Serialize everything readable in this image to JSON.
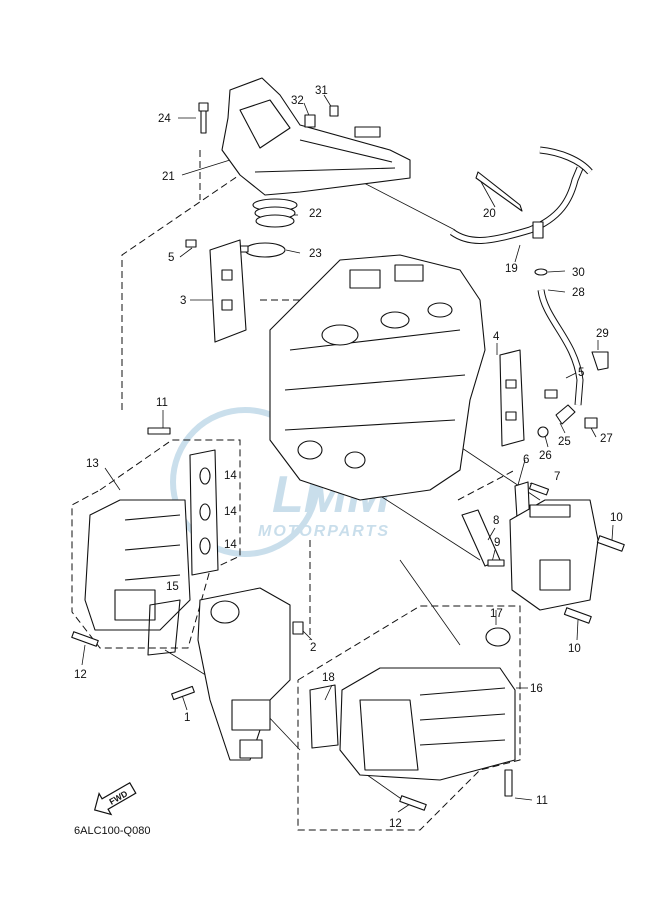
{
  "diagram": {
    "code": "6ALC100-Q080",
    "fwd_label": "FWD",
    "watermark": {
      "brand": "LMM",
      "tagline": "MOTORPARTS"
    },
    "callouts": [
      {
        "id": "c1",
        "label": "1"
      },
      {
        "id": "c2",
        "label": "2"
      },
      {
        "id": "c3",
        "label": "3"
      },
      {
        "id": "c4",
        "label": "4"
      },
      {
        "id": "c5a",
        "label": "5"
      },
      {
        "id": "c5b",
        "label": "5"
      },
      {
        "id": "c6",
        "label": "6"
      },
      {
        "id": "c7",
        "label": "7"
      },
      {
        "id": "c8",
        "label": "8"
      },
      {
        "id": "c9",
        "label": "9"
      },
      {
        "id": "c10a",
        "label": "10"
      },
      {
        "id": "c10b",
        "label": "10"
      },
      {
        "id": "c11a",
        "label": "11"
      },
      {
        "id": "c11b",
        "label": "11"
      },
      {
        "id": "c12a",
        "label": "12"
      },
      {
        "id": "c12b",
        "label": "12"
      },
      {
        "id": "c13",
        "label": "13"
      },
      {
        "id": "c14a",
        "label": "14"
      },
      {
        "id": "c14b",
        "label": "14"
      },
      {
        "id": "c14c",
        "label": "14"
      },
      {
        "id": "c15",
        "label": "15"
      },
      {
        "id": "c16",
        "label": "16"
      },
      {
        "id": "c17",
        "label": "17"
      },
      {
        "id": "c18",
        "label": "18"
      },
      {
        "id": "c19",
        "label": "19"
      },
      {
        "id": "c20",
        "label": "20"
      },
      {
        "id": "c21",
        "label": "21"
      },
      {
        "id": "c22",
        "label": "22"
      },
      {
        "id": "c23",
        "label": "23"
      },
      {
        "id": "c24",
        "label": "24"
      },
      {
        "id": "c25",
        "label": "25"
      },
      {
        "id": "c26",
        "label": "26"
      },
      {
        "id": "c27",
        "label": "27"
      },
      {
        "id": "c28",
        "label": "28"
      },
      {
        "id": "c29",
        "label": "29"
      },
      {
        "id": "c30",
        "label": "30"
      },
      {
        "id": "c31",
        "label": "31"
      },
      {
        "id": "c32",
        "label": "32"
      }
    ],
    "colors": {
      "line": "#111111",
      "watermark": "#9ec4dc",
      "background": "#ffffff"
    }
  }
}
